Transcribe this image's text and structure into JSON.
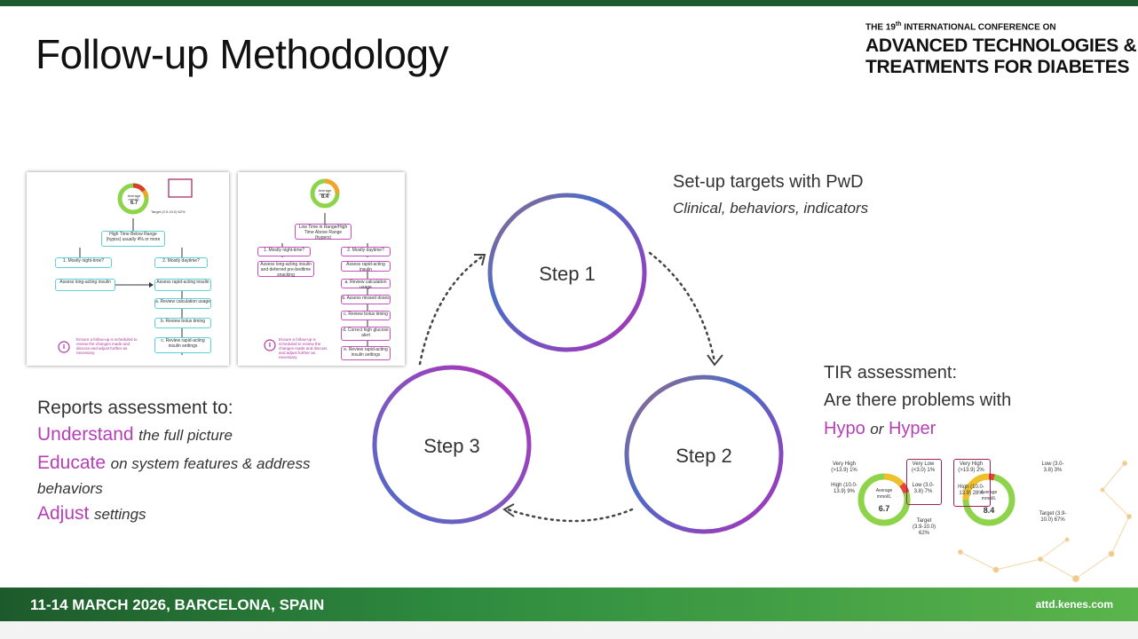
{
  "slide": {
    "title": "Follow-up Methodology"
  },
  "conference": {
    "edition_prefix": "THE 19",
    "edition_suffix": "th",
    "edition_rest": " INTERNATIONAL CONFERENCE ON",
    "line1": "ADVANCED TECHNOLOGIES &",
    "line2": "TREATMENTS FOR DIABETES"
  },
  "footer": {
    "date_location": "11-14 MARCH 2026, BARCELONA, SPAIN",
    "url": "attd.kenes.com"
  },
  "cycle": {
    "step1": "Step 1",
    "step2": "Step 2",
    "step3": "Step 3"
  },
  "setup": {
    "title": "Set-up targets with PwD",
    "subtitle": "Clinical, behaviors, indicators"
  },
  "tir": {
    "line1": "TIR assessment:",
    "line2": "Are there problems with",
    "hypo": "Hypo",
    "or": "or",
    "hyper": "Hyper"
  },
  "reports": {
    "heading": "Reports assessment to:",
    "understand": "Understand",
    "understand_rest": "the full picture",
    "educate": "Educate",
    "educate_rest": "on system features & address",
    "educate_rest2": "behaviors",
    "adjust": "Adjust",
    "adjust_rest": "settings"
  },
  "thumb_left": {
    "avg_label": "Average mmol/L",
    "avg_value": "6.7",
    "target": "Target (3.9-10.0) 62%",
    "decision": "High Time Below Range (hypos) usually 4% or more",
    "q1": "1. Mostly night-time?",
    "q2": "2. Mostly daytime?",
    "a1": "Assess long-acting insulin",
    "a2": "Assess rapid-acting insulin",
    "s1": "a. Review calculation usage",
    "s2": "b. Review bolus timing",
    "s3": "c. Review rapid-acting insulin settings",
    "note": "Ensure a follow-up is scheduled to review the changes made and discuss and adjust further as necessary"
  },
  "thumb_right": {
    "avg_label": "Average mmol/L",
    "avg_value": "8.4",
    "decision": "Low Time in Range/High Time Above Range (hypers)",
    "q1": "1. Mostly night-time?",
    "q2": "2. Mostly daytime?",
    "a1": "Assess long-acting insulin and deferred pre-bedtime snacking",
    "a2": "Assess rapid-acting insulin",
    "s1": "a. Review calculation usage",
    "s2": "b. Assess missed doses",
    "s3": "c. Review bolus timing",
    "s4": "d. Correct high glucose alert",
    "s5": "e. Review rapid-acting insulin settings",
    "note": "Ensure a follow-up is scheduled to review the changes made and discuss and adjust further as necessary"
  },
  "tir_card_left": {
    "very_high": "Very High (>13.9) 1%",
    "high": "High (10.0-13.9) 9%",
    "very_low": "Very Low (<3.0) 1%",
    "low": "Low (3.0-3.8) 7%",
    "avg_label": "Average mmol/L",
    "avg_value": "6.7",
    "target": "Target (3.9-10.0) 62%"
  },
  "tir_card_right": {
    "very_high": "Very High (>13.9) 2%",
    "high": "High (10.0-13.9) 28%",
    "low": "Low (3.0-3.8) 3%",
    "avg_label": "Average mmol/L",
    "avg_value": "8.4",
    "target": "Target (3.9-10.0) 67%"
  },
  "colors": {
    "magenta": "#b53fb5",
    "ring_blue": "#4a6cc8",
    "ring_purple": "#b02fb8",
    "footer_green": "#2e8b3f"
  }
}
